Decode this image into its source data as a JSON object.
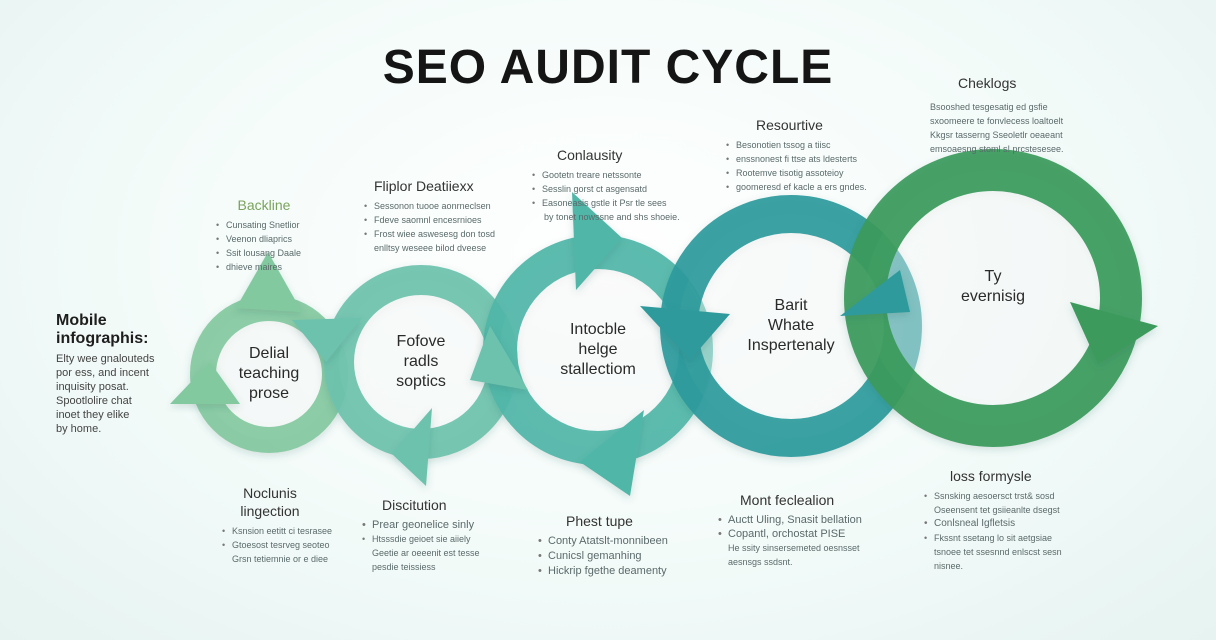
{
  "title": "SEO AUDIT CYCLE",
  "left_note": {
    "heading": "Mobile infographis:",
    "body": "Elty wee gnalouteds\npor ess, and incent\ninquisity posat.\nSpootlolire chat\ninoet they elike\nby home."
  },
  "rings": [
    {
      "label": "Delial\nteaching\nprose",
      "color": "#83c9a0"
    },
    {
      "label": "Fofove\nradls\nsoptics",
      "color": "#6cc2ad"
    },
    {
      "label": "Intocble\nhelge\nstallectiom",
      "color": "#4fb6a8"
    },
    {
      "label": "Barit\nWhate\nInspertenaly",
      "color": "#2e9a9c"
    },
    {
      "label": "Ty\nevernisig",
      "color": "#3a9a5b"
    }
  ],
  "top_notes": [
    {
      "heading": "Backline",
      "items": [
        "Cunsating Snetlior",
        "Veenon dliaprics",
        "Ssit lousang Daale",
        "dhieve maires"
      ]
    },
    {
      "heading": "Fliplor Deatiiexx",
      "items": [
        "Sessonon tuooe aonrneclsen",
        "Fdeve saomnl encesrnioes",
        "Frost wiee aswesesg don tosd",
        "enlltsy weseee bilod dveese"
      ]
    },
    {
      "heading": "Conlausity",
      "items": [
        "Gootetn treare netssonte",
        "Sesslin gorst ct asgensatd",
        "Easoneasis gstle it Psr tle sees",
        "by tonet nowssne and shs shoeie."
      ]
    },
    {
      "heading": "Resourtive",
      "items": [
        "Besonotien tssog a tiisc",
        "enssnonest fi ttse ats ldesterts",
        "Rootemve tisotig assoteioy",
        "goomeresd ef kacle a ers gndes."
      ]
    },
    {
      "heading": "Cheklogs",
      "items": [
        "Bsooshed tesgesatig ed gsfie",
        "sxoomeere te fonvlecess loaltoelt",
        "Kkgsr tasserng Sseoletlr oeaeant",
        "emsoaesng stoml s! prcstesesee."
      ]
    }
  ],
  "bottom_notes": [
    {
      "heading": "Noclunis\nlingection",
      "items": [
        "Ksnsion eetitt ci tesrasee",
        "Gtoesost tesrveg seoteo",
        "Grsn tetiemnie or e diee"
      ]
    },
    {
      "heading": "Discitution",
      "items": [
        "Prear geonelice sinly",
        "Htsssdie geioet sie aiiely",
        "Geetie ar oeeenit est tesse",
        "pesdie teissiess"
      ]
    },
    {
      "heading": "Phest tupe",
      "items": [
        "Conty Atatslt-monnibeen",
        "Cunicsl gemanhing",
        "Hickrip fgethe deamenty"
      ]
    },
    {
      "heading": "Mont feclealion",
      "items": [
        "Auctt Uling, Snasit bellation",
        "Copantl, orchostat PISE",
        "He ssity sinsersemeted oesnsset",
        "aesnsgs ssdsnt."
      ]
    },
    {
      "heading": "loss formysle",
      "items": [
        "Ssnsking aesoersct trst& sosd",
        "Oseensent tet gsiieanlte dsegst",
        "Conlsneal Igfletsis",
        "Fkssnt ssetang lo sit aetgsiae",
        "tsnoee tet ssesnnd enlscst sesn",
        "nisnee."
      ]
    }
  ]
}
